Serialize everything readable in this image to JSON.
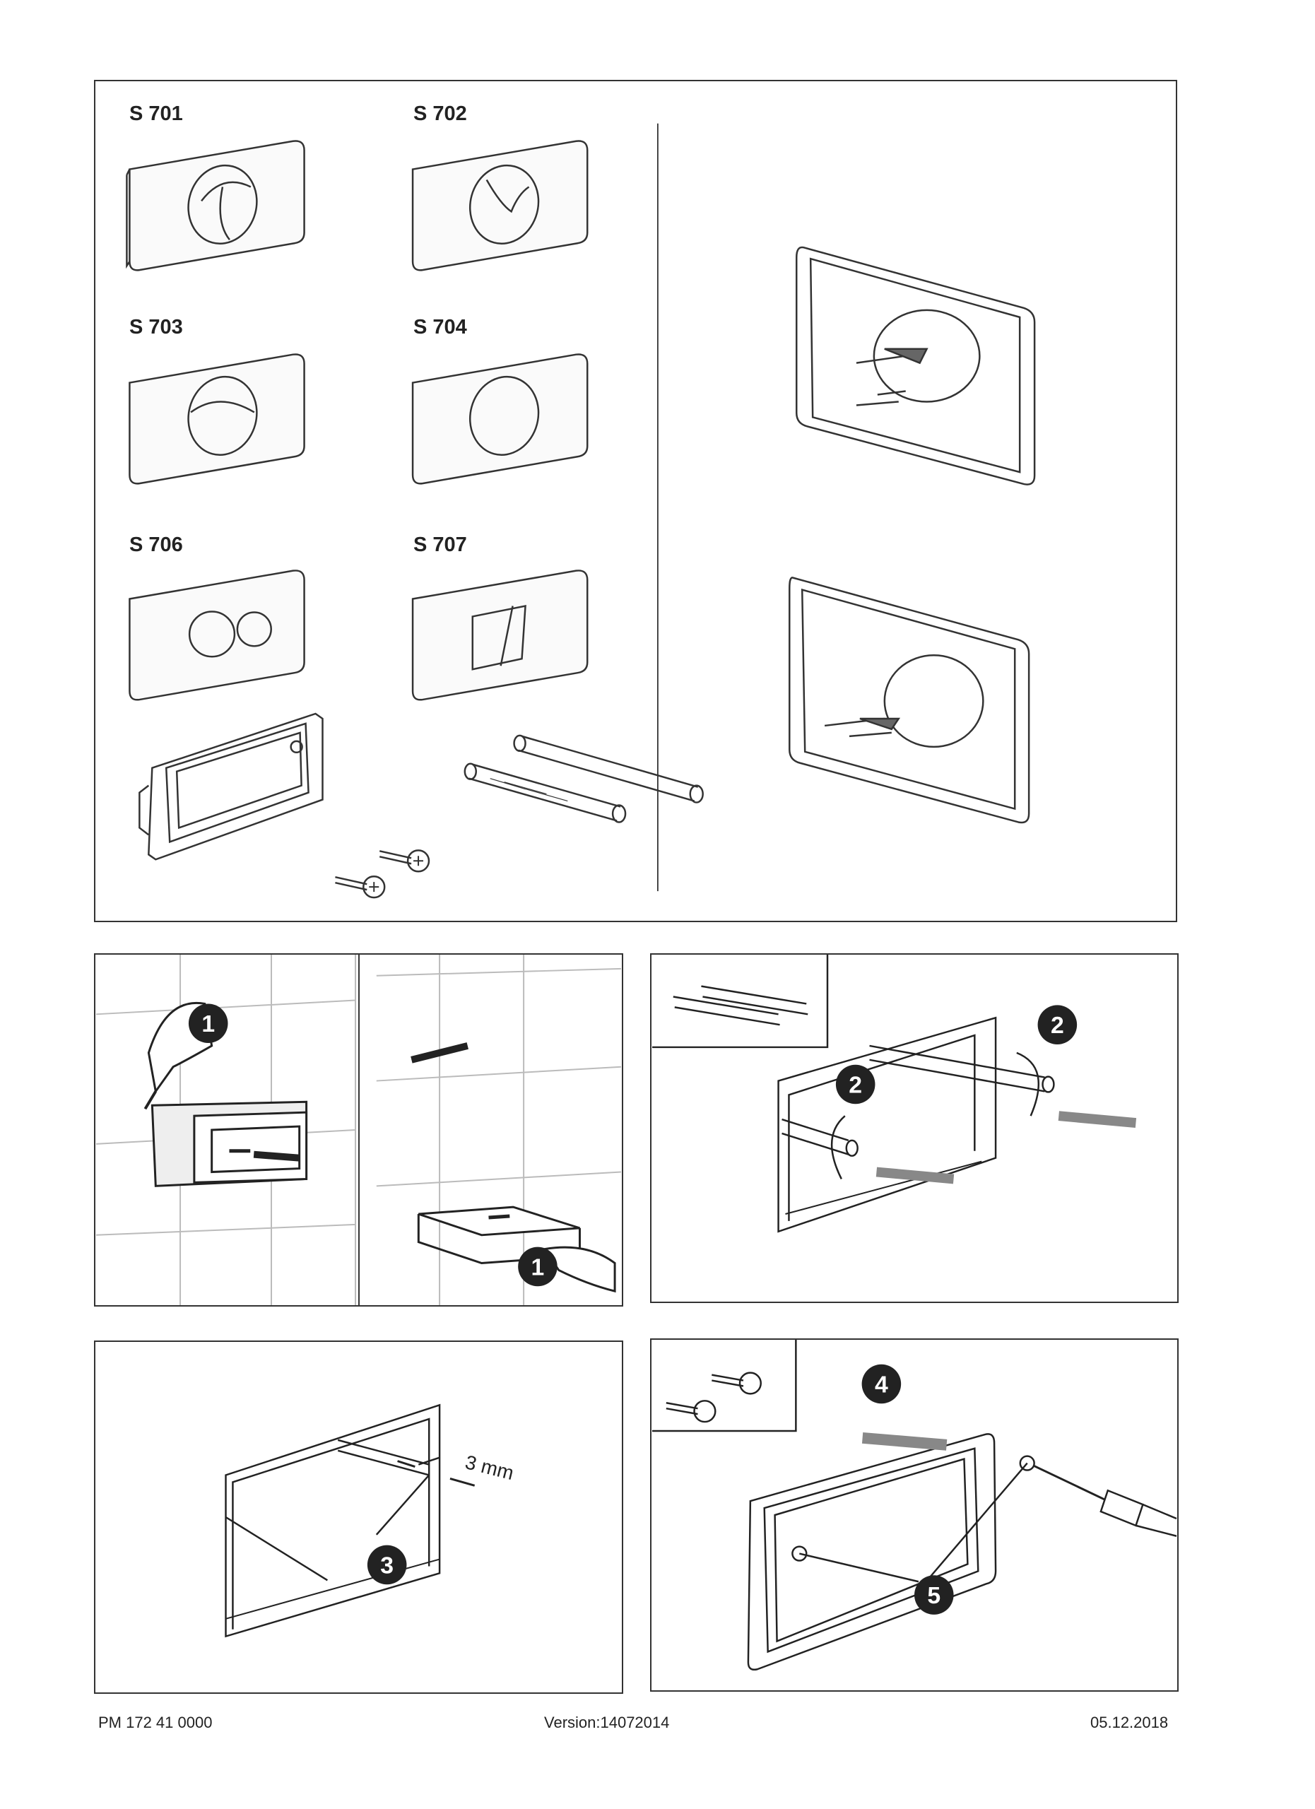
{
  "plates": [
    {
      "label": "S 701"
    },
    {
      "label": "S 702"
    },
    {
      "label": "S 703"
    },
    {
      "label": "S 704"
    },
    {
      "label": "S 706"
    },
    {
      "label": "S 707"
    }
  ],
  "steps": {
    "step1a": "1",
    "step1b": "1",
    "step2a": "2",
    "step2b": "2",
    "step3": "3",
    "step3_dim": "3 mm",
    "step4": "4",
    "step5": "5"
  },
  "footer": {
    "part_number": "PM 172 41  0000",
    "version": "Version:14072014",
    "date": "05.12.2018"
  }
}
